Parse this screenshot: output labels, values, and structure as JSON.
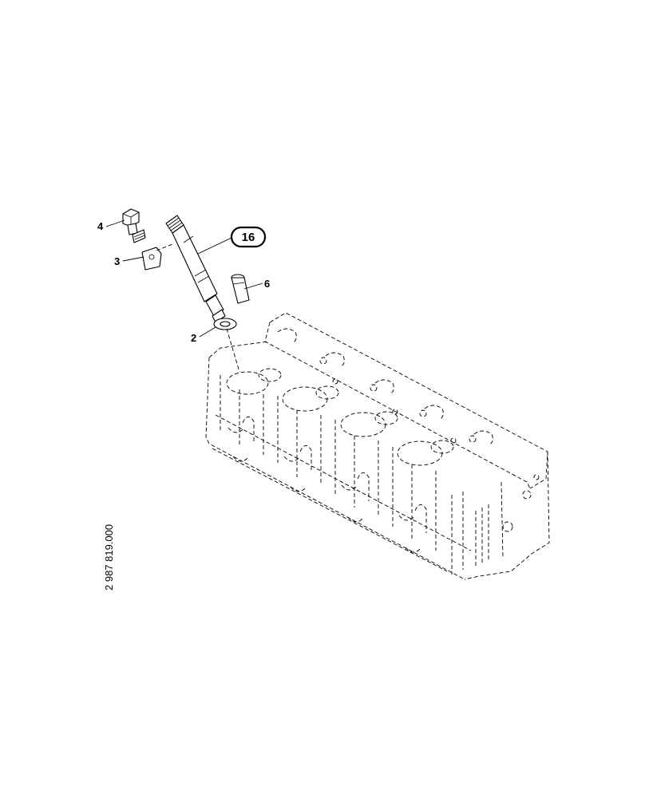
{
  "callouts": {
    "c4": "4",
    "c3": "3",
    "c16": "16",
    "c6": "6",
    "c2": "2"
  },
  "document_number": "2 987 819.000"
}
